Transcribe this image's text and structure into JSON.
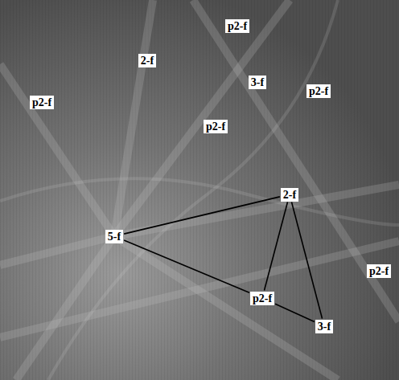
{
  "diagram": {
    "nodes": [
      {
        "text": [
          "p2-f"
        ]
      },
      {
        "text": [
          "2-f"
        ]
      },
      {
        "text": [
          "3-f"
        ]
      },
      {
        "text": [
          "p2-f"
        ]
      },
      {
        "text": [
          "p2-f"
        ]
      },
      {
        "text": [
          "p2-f"
        ]
      },
      {
        "text": [
          "2-f"
        ]
      },
      {
        "text": [
          "5-f"
        ]
      },
      {
        "text": [
          "p2-f"
        ]
      },
      {
        "text": [
          "p2-f"
        ]
      },
      {
        "text": [
          "3-f"
        ]
      }
    ],
    "edges": [
      {
        "from": 7,
        "to": 6,
        "arrow": "none"
      },
      {
        "from": 7,
        "to": 9,
        "arrow": "none"
      },
      {
        "from": 6,
        "to": 9,
        "arrow": "none"
      },
      {
        "from": 6,
        "to": 10,
        "arrow": "none"
      },
      {
        "from": 9,
        "to": 10,
        "arrow": "none"
      }
    ]
  }
}
